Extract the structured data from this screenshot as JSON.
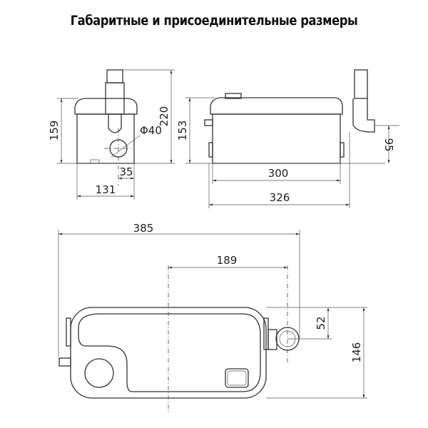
{
  "title": "Габаритные и присоединительные размеры",
  "dimensions": {
    "front_height_body": "159",
    "front_height_total": "220",
    "front_diameter": "Φ40",
    "front_offset": "35",
    "front_width": "131",
    "side_height": "153",
    "side_length_body": "300",
    "side_length_total": "326",
    "side_outlet_height": "95",
    "top_length_total": "385",
    "top_outlet_offset": "189",
    "top_outlet_depth": "52",
    "top_width": "146"
  }
}
